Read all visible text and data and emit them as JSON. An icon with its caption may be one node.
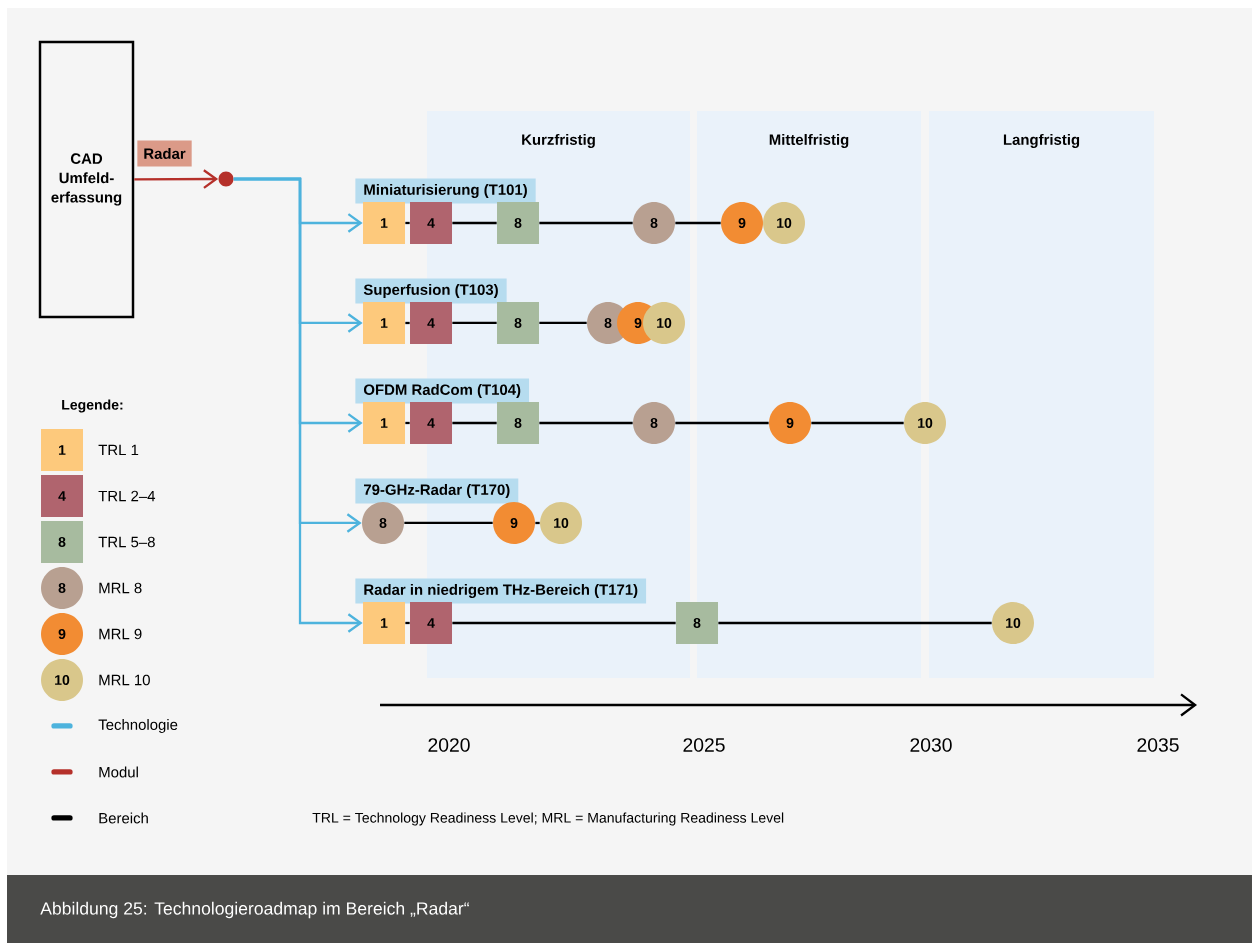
{
  "diagram": {
    "caption": "Abbildung 25: Technologieroadmap im Bereich „Radar“",
    "nodes": [
      {
        "text": [
          "CAD Umfeld-erfassung"
        ]
      },
      {
        "text": [],
        "shape": "circle"
      },
      {
        "text": [
          "Miniaturisierung (T101)"
        ]
      },
      {
        "text": [
          "1"
        ]
      },
      {
        "text": [
          "4"
        ]
      },
      {
        "text": [
          "8"
        ]
      },
      {
        "text": [
          "8"
        ]
      },
      {
        "text": [
          "9"
        ]
      },
      {
        "text": [
          "10"
        ]
      },
      {
        "text": [
          "Superfusion (T103)"
        ]
      },
      {
        "text": [
          "1"
        ]
      },
      {
        "text": [
          "4"
        ]
      },
      {
        "text": [
          "8"
        ]
      },
      {
        "text": [
          "8"
        ]
      },
      {
        "text": [
          "9"
        ]
      },
      {
        "text": [
          "10"
        ]
      },
      {
        "text": [
          "OFDM RadCom (T104)"
        ]
      },
      {
        "text": [
          "1"
        ]
      },
      {
        "text": [
          "4"
        ]
      },
      {
        "text": [
          "8"
        ]
      },
      {
        "text": [
          "8"
        ]
      },
      {
        "text": [
          "9"
        ]
      },
      {
        "text": [
          "10"
        ]
      },
      {
        "text": [
          "79-GHz-Radar (T170)"
        ]
      },
      {
        "text": [
          "8"
        ]
      },
      {
        "text": [
          "9"
        ]
      },
      {
        "text": [
          "10"
        ]
      },
      {
        "text": [
          "Radar in niedrigem THz-Bereich (T171)"
        ]
      },
      {
        "text": [
          "1"
        ]
      },
      {
        "text": [
          "4"
        ]
      },
      {
        "text": [
          "8"
        ]
      },
      {
        "text": [
          "10"
        ]
      }
    ],
    "edges": [
      {
        "from": 0,
        "to": 1,
        "arrow": "to",
        "label": "Radar",
        "color": "#b5302a"
      },
      {
        "from": 1,
        "to": 3,
        "arrow": "to",
        "color": "#4db3dd"
      },
      {
        "from": 1,
        "to": 10,
        "arrow": "to",
        "color": "#4db3dd"
      },
      {
        "from": 1,
        "to": 17,
        "arrow": "to",
        "color": "#4db3dd"
      },
      {
        "from": 1,
        "to": 24,
        "arrow": "to",
        "color": "#4db3dd"
      },
      {
        "from": 1,
        "to": 28,
        "arrow": "to",
        "color": "#4db3dd"
      },
      {
        "from": 3,
        "to": 4,
        "arrow": "none"
      },
      {
        "from": 4,
        "to": 5,
        "arrow": "none"
      },
      {
        "from": 5,
        "to": 6,
        "arrow": "none"
      },
      {
        "from": 6,
        "to": 7,
        "arrow": "none"
      },
      {
        "from": 10,
        "to": 11,
        "arrow": "none"
      },
      {
        "from": 11,
        "to": 12,
        "arrow": "none"
      },
      {
        "from": 12,
        "to": 13,
        "arrow": "none"
      },
      {
        "from": 17,
        "to": 18,
        "arrow": "none"
      },
      {
        "from": 18,
        "to": 19,
        "arrow": "none"
      },
      {
        "from": 19,
        "to": 20,
        "arrow": "none"
      },
      {
        "from": 20,
        "to": 21,
        "arrow": "none"
      },
      {
        "from": 21,
        "to": 22,
        "arrow": "none"
      },
      {
        "from": 24,
        "to": 25,
        "arrow": "none"
      },
      {
        "from": 25,
        "to": 26,
        "arrow": "none"
      },
      {
        "from": 28,
        "to": 29,
        "arrow": "none"
      },
      {
        "from": 29,
        "to": 30,
        "arrow": "none"
      },
      {
        "from": 30,
        "to": 31,
        "arrow": "none"
      }
    ],
    "labels": [
      "Kurzfristig",
      "Mittelfristig",
      "Langfristig",
      "Legende:",
      "1",
      "4",
      "8",
      "8",
      "9",
      "10",
      "2020",
      "2025",
      "2030",
      "2035",
      "TRL = Technology Readiness Level; MRL = Manufacturing Readiness Level"
    ],
    "legend": [
      {
        "text": "TRL 1",
        "color": "#fdc97c"
      },
      {
        "text": "TRL 2–4",
        "color": "#b0646e"
      },
      {
        "text": "TRL 5–8",
        "color": "#a7bb9f"
      },
      {
        "text": "MRL 8",
        "color": "#b8a091"
      },
      {
        "text": "MRL 9",
        "color": "#f28c33"
      },
      {
        "text": "MRL 10",
        "color": "#d9c78b"
      },
      {
        "text": "Technologie"
      },
      {
        "text": "Modul"
      },
      {
        "text": "Bereich"
      }
    ]
  }
}
